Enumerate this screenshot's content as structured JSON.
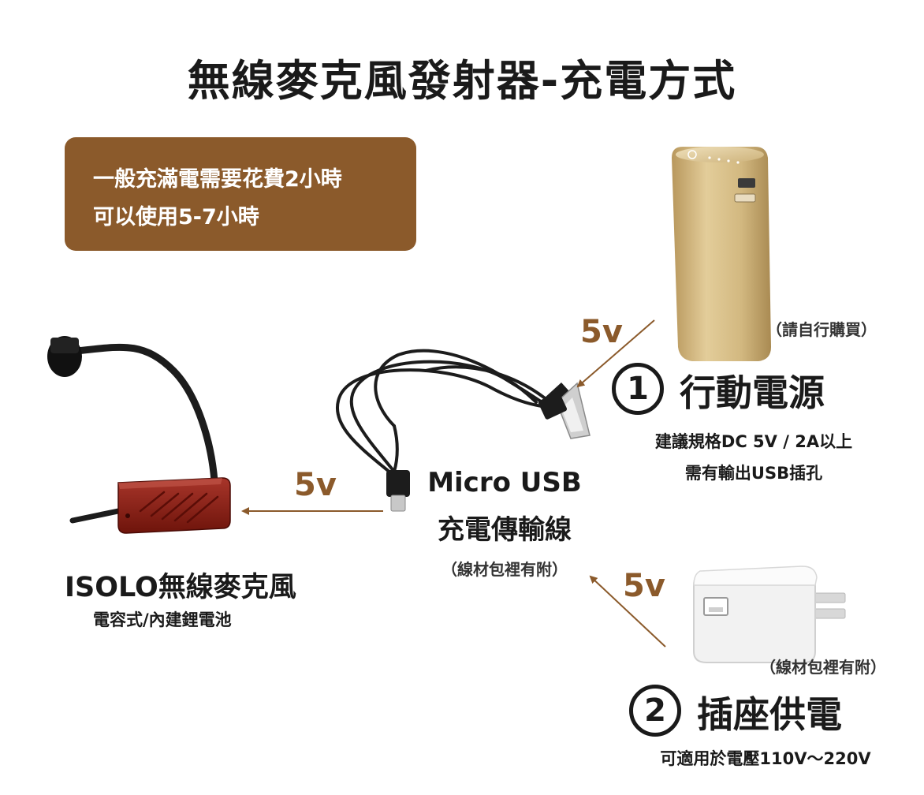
{
  "title": "無線麥克風發射器-充電方式",
  "info_box": {
    "line1": "一般充滿電需要花費2小時",
    "line2": "可以使用5-7小時"
  },
  "microphone": {
    "name": "ISOLO無線麥克風",
    "desc": "電容式/內建鋰電池"
  },
  "cable": {
    "name_line1": "Micro USB",
    "name_line2": "充電傳輸線",
    "note": "（線材包裡有附）"
  },
  "power_bank": {
    "number": "1",
    "name": "行動電源",
    "spec_line1": "建議規格DC 5V / 2A以上",
    "spec_line2": "需有輸出USB插孔",
    "note": "（請自行購買）"
  },
  "wall_adapter": {
    "number": "2",
    "name": "插座供電",
    "spec": "可適用於電壓110V～220V",
    "note": "（線材包裡有附）"
  },
  "arrows": {
    "label_powerbank_to_cable": "5v",
    "label_cable_to_mic": "5v",
    "label_adapter_to_cable": "5v"
  },
  "colors": {
    "accent_brown": "#8b5a2b",
    "mic_body_red": "#8a1f12",
    "power_bank_gold": "#cdb27a"
  }
}
